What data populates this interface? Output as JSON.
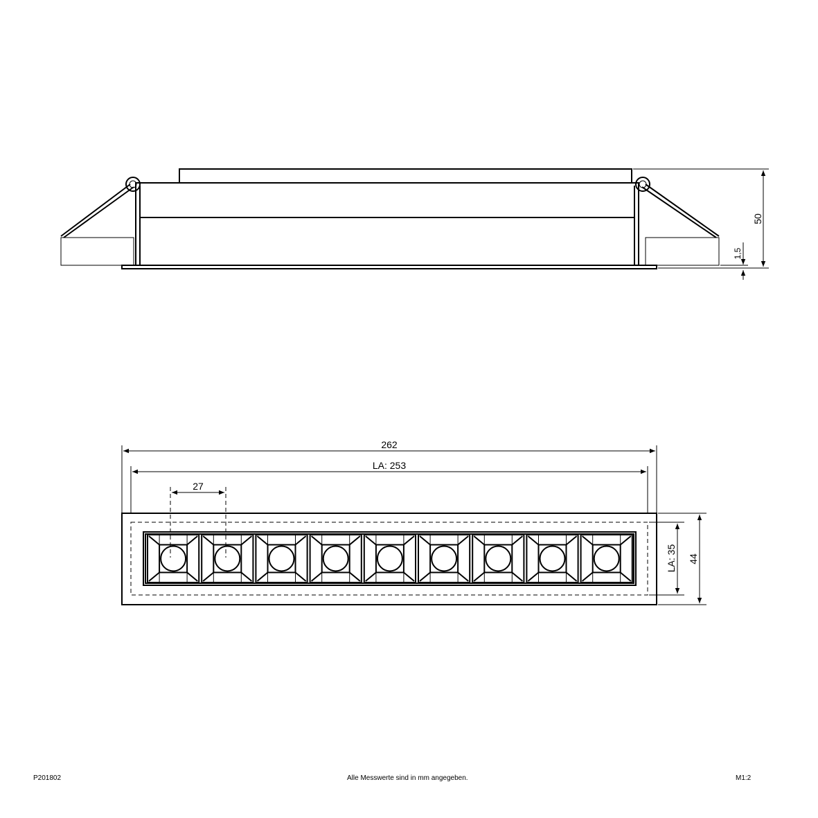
{
  "drawing": {
    "side_view": {
      "dimensions": {
        "height": "50",
        "flange_thickness": "1,5"
      }
    },
    "top_view": {
      "module_count": 9,
      "dimensions": {
        "overall_length": "262",
        "cutout_length": "LA: 253",
        "module_pitch": "27",
        "cutout_width": "LA: 35",
        "overall_width": "44"
      }
    }
  },
  "footer": {
    "article_number": "P201802",
    "note": "Alle Messwerte sind in mm angegeben.",
    "scale": "M1:2"
  }
}
